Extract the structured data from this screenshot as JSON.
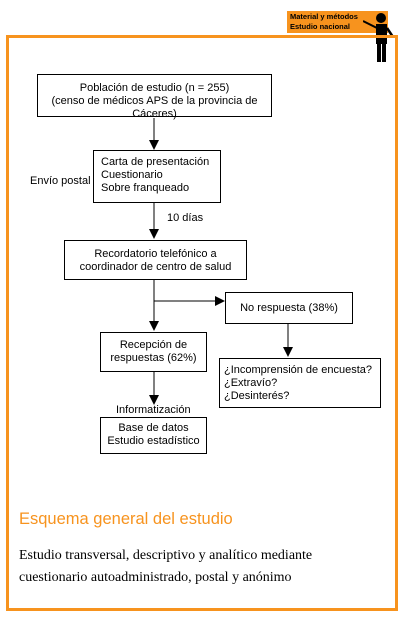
{
  "header": {
    "line1": "Material y métodos",
    "line2": "Estudio nacional"
  },
  "diagram": {
    "population_box": [
      "Población de estudio (n = 255)",
      "(censo de médicos APS de la provincia de Cáceres)"
    ],
    "postal_label": "Envío postal",
    "mailing_box": [
      "Carta de presentación",
      "Cuestionario",
      "Sobre franqueado"
    ],
    "days_label": "10 días",
    "reminder_box": [
      "Recordatorio telefónico a",
      "coordinador de centro de salud"
    ],
    "no_response_box": "No respuesta (38%)",
    "responses_box": [
      "Recepción de",
      "respuestas (62%)"
    ],
    "reasons_box": [
      "¿Incomprensión de encuesta?",
      "¿Extravío?",
      "¿Desinterés?"
    ],
    "informatization_label": "Informatización",
    "database_box": [
      "Base de datos",
      "Estudio estadístico"
    ]
  },
  "caption": {
    "title": "Esquema general del estudio",
    "body": [
      "Estudio transversal, descriptivo y analítico mediante",
      "cuestionario autoadministrado, postal y anónimo"
    ]
  },
  "colors": {
    "accent": "#f7931e",
    "line": "#000000"
  }
}
